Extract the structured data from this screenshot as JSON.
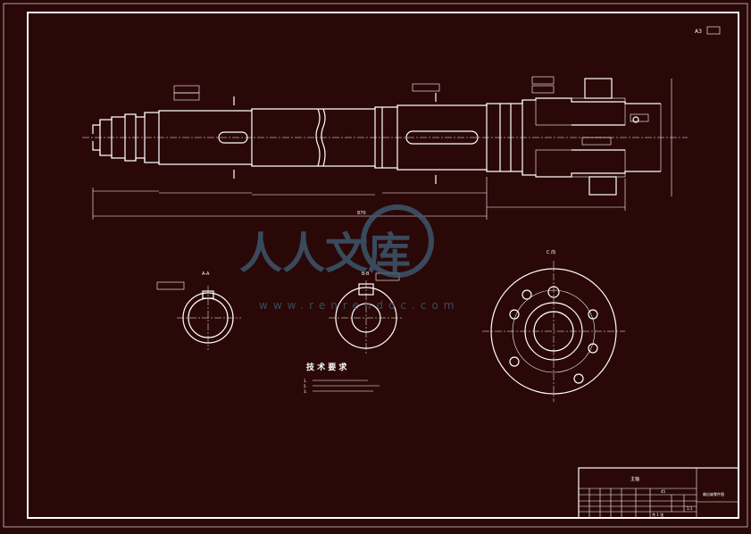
{
  "drawing": {
    "scale_label": "A3",
    "tech_title": "技 术 要 求",
    "tech_notes": [
      "1.",
      "2.",
      "3."
    ],
    "watermark_cn": "人人文库",
    "watermark_url": "www.renrendoc.com",
    "view_labels": {
      "a": "A-A",
      "b": "B-B",
      "c": "C 向"
    },
    "overall_length": "870",
    "part_name": "主轴",
    "drawing_title": "输出轴零件图",
    "sheet_label": "共 1 张",
    "scale_value": "1:1",
    "material": "45",
    "colors": {
      "background": "#2a0808",
      "lines": "#ffffff",
      "watermark": "#3d5b73"
    }
  }
}
